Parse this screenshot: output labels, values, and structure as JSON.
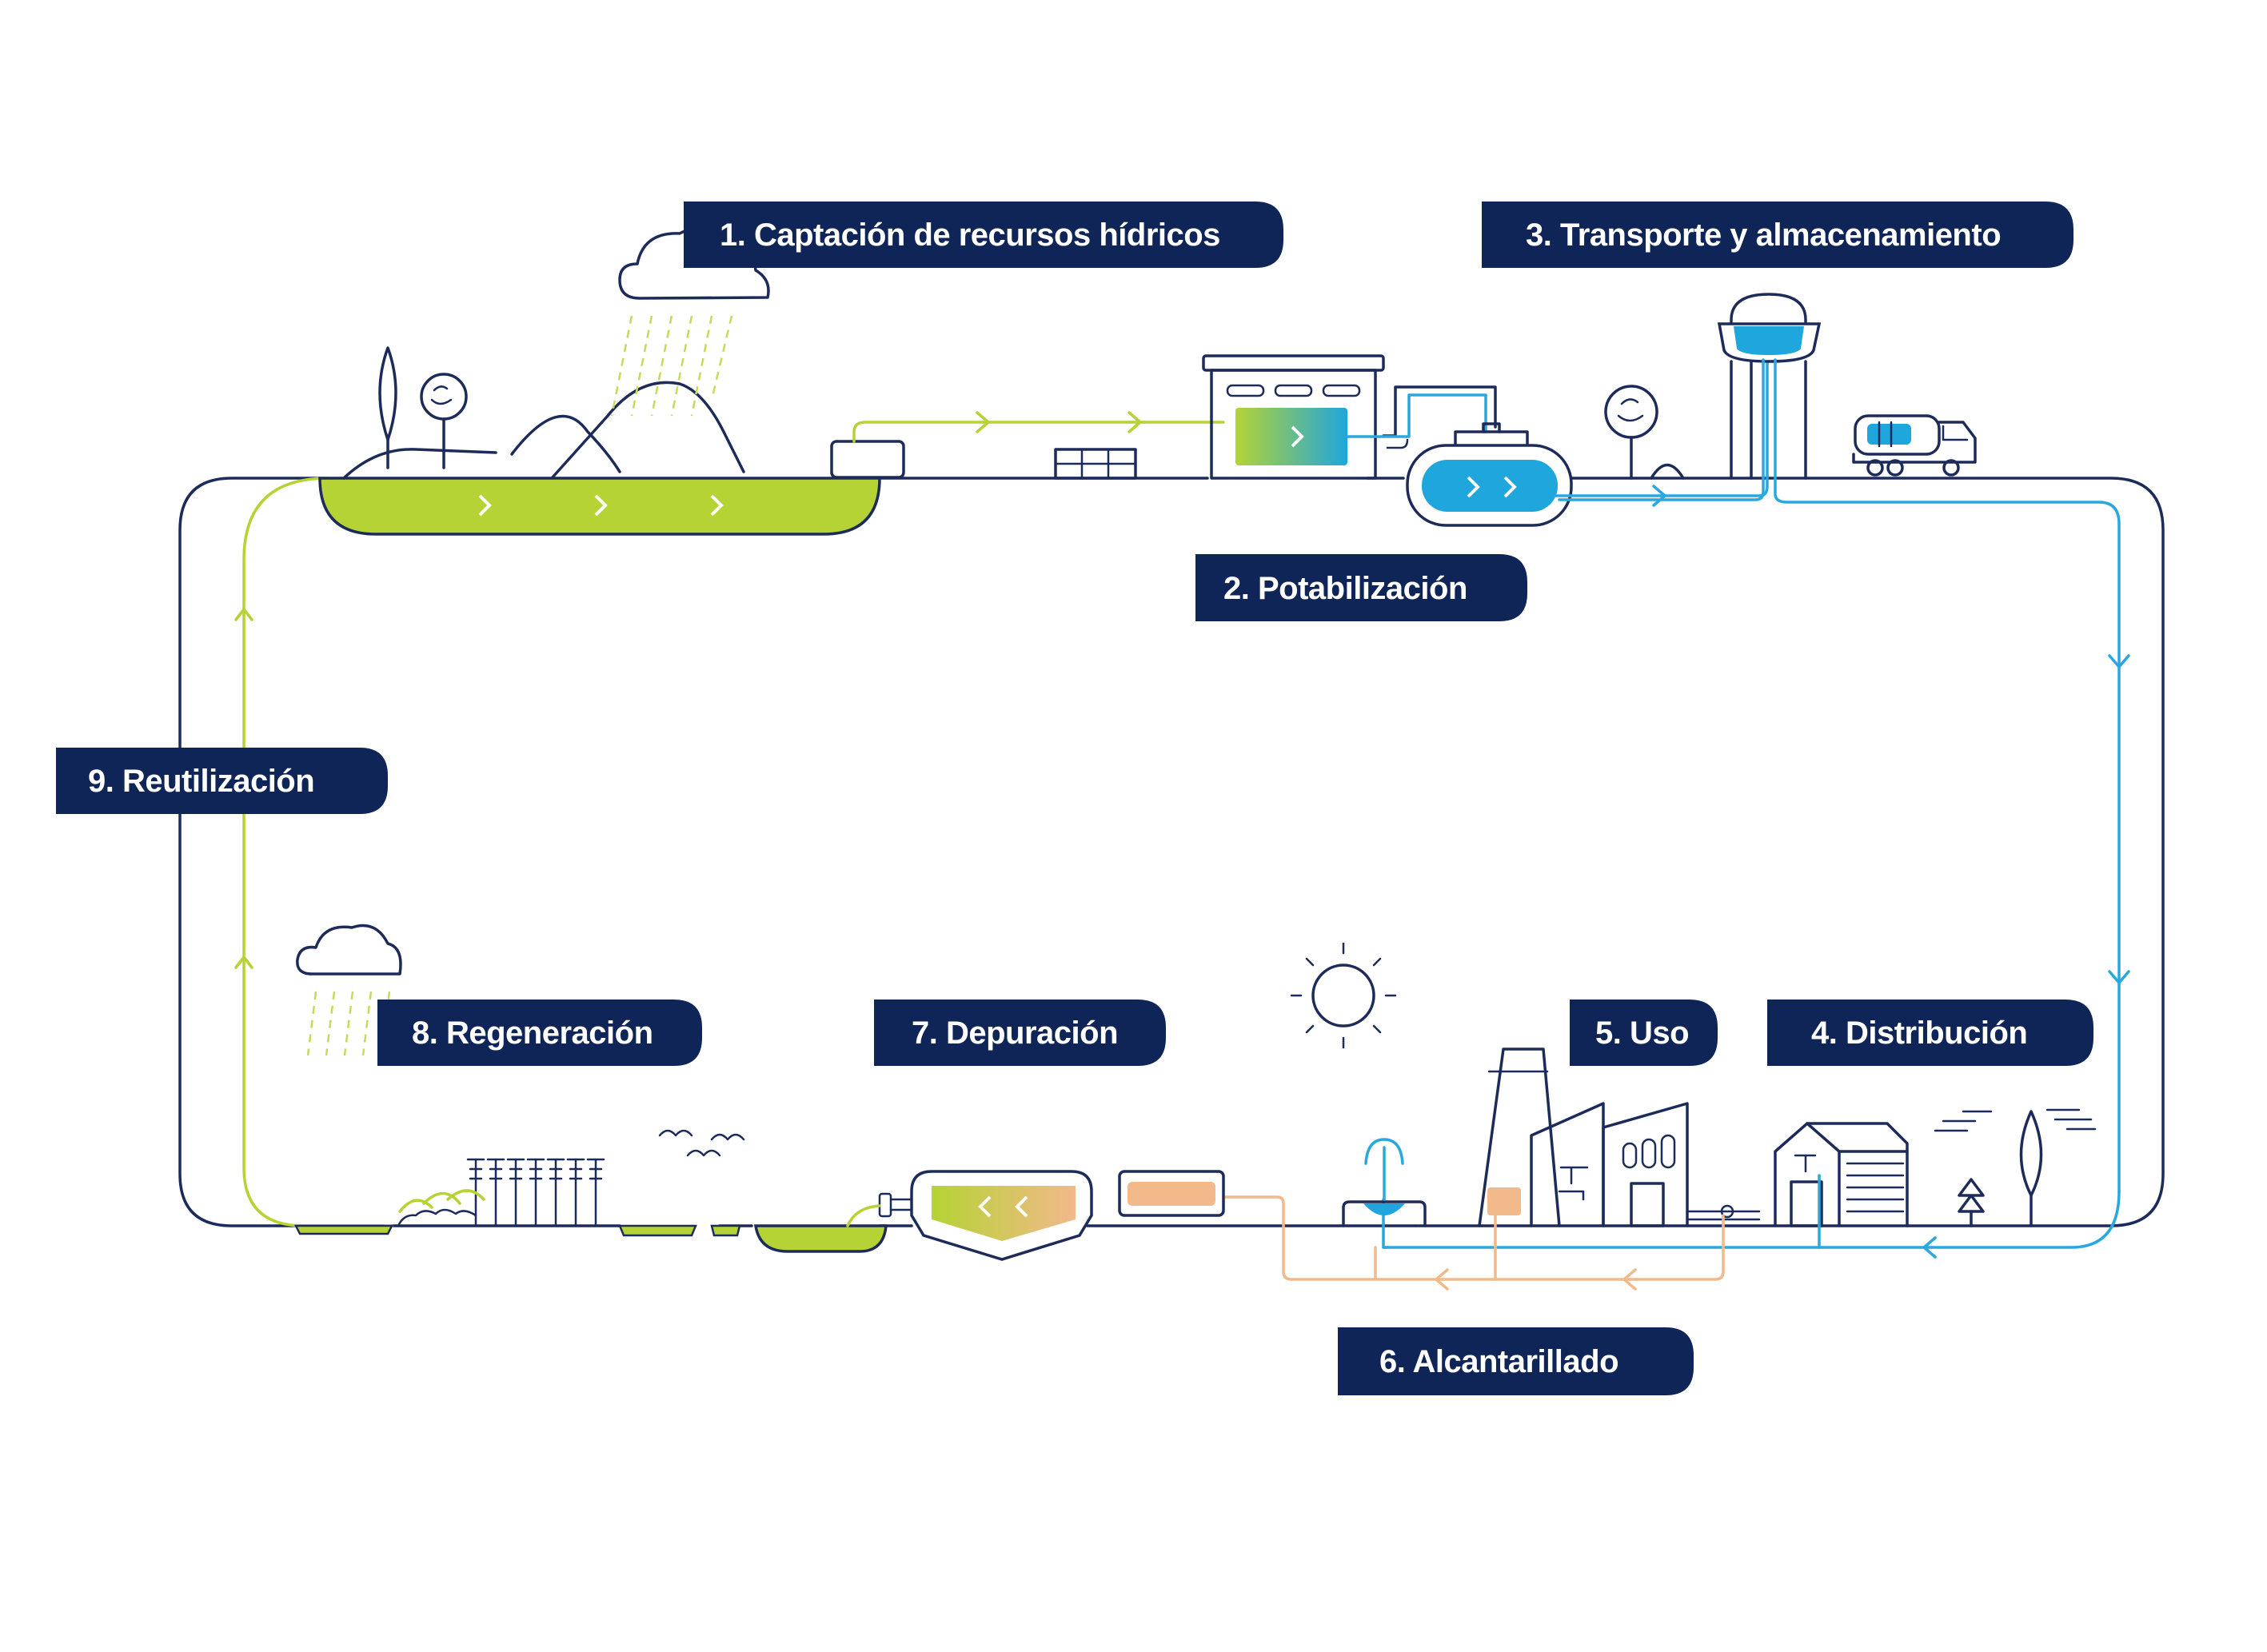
{
  "diagram": {
    "stages": [
      {
        "id": "captacion",
        "label": "1. Captación de recursos hídricos"
      },
      {
        "id": "potabilizacion",
        "label": "2. Potabilización"
      },
      {
        "id": "transporte",
        "label": "3. Transporte y almacenamiento"
      },
      {
        "id": "distribucion",
        "label": "4. Distribución"
      },
      {
        "id": "uso",
        "label": "5. Uso"
      },
      {
        "id": "alcantarillado",
        "label": "6. Alcantarillado"
      },
      {
        "id": "depuracion",
        "label": "7. Depuración"
      },
      {
        "id": "regeneracion",
        "label": "8. Regeneración"
      },
      {
        "id": "reutilizacion",
        "label": "9. Reutilización"
      }
    ],
    "colors": {
      "navy": "#0f2557",
      "line": "#1d2b5a",
      "green": "#b5d334",
      "blue": "#2aa7de",
      "orange": "#f2b98b"
    },
    "icons": [
      "cloud-icon",
      "rain-icon",
      "tree-icon",
      "hill-icon",
      "treatment-plant-icon",
      "tank-icon",
      "water-tower-icon",
      "tanker-truck-icon",
      "sun-icon",
      "factory-icon",
      "fountain-icon",
      "house-icon",
      "wheat-icon",
      "birds-icon",
      "treatment-basin-icon"
    ]
  }
}
